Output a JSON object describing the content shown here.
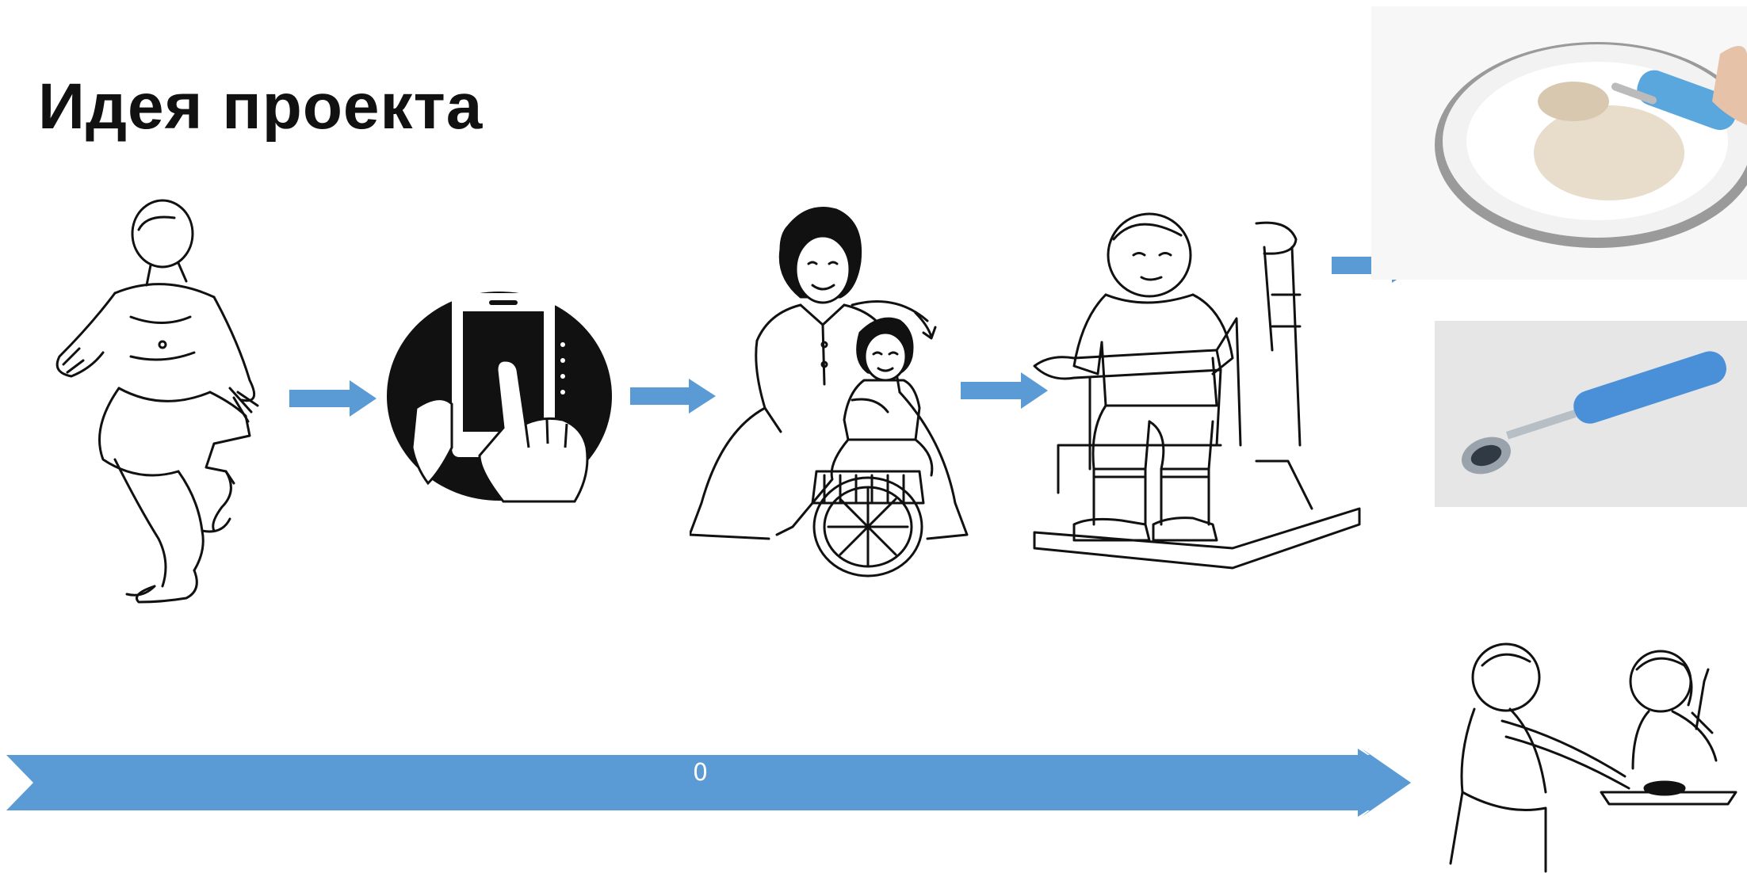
{
  "slide": {
    "title": "Идея проекта",
    "timeline_label": "0"
  },
  "colors": {
    "accent_arrow": "#5b9bd5",
    "line_art": "#111111",
    "spoon_handle": "#4a90d9"
  },
  "icons": {
    "step_1": "seated-person-illustration",
    "step_2": "smartphone-touch-icon",
    "step_3": "mother-child-therapy-illustration",
    "step_4": "child-in-special-chair-illustration",
    "result_top": "bowl-with-adaptive-spoon-photo",
    "result_middle": "adaptive-spoon-photo",
    "result_bottom": "assisted-feeding-illustration"
  }
}
